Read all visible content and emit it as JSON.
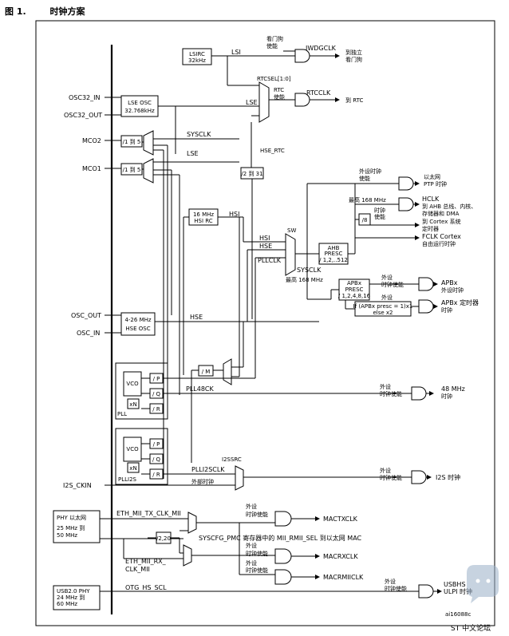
{
  "figure": {
    "number": "图 1.",
    "title": "时钟方案",
    "code": "ai16088c"
  },
  "watermark": {
    "text": "ST 中文论坛"
  },
  "pins": {
    "osc32_in": "OSC32_IN",
    "osc32_out": "OSC32_OUT",
    "mco2": "MCO2",
    "mco1": "MCO1",
    "osc_out": "OSC_OUT",
    "osc_in": "OSC_IN",
    "i2s_ckin": "I2S_CKIN"
  },
  "blocks": {
    "lsirc_l1": "LSIRC",
    "lsirc_l2": "32kHz",
    "lse_osc_l1": "LSE OSC",
    "lse_osc_l2": "32.768kHz",
    "hsirc_l1": "16 MHz",
    "hsirc_l2": "HSI RC",
    "hse_osc_l1": "4-26 MHz",
    "hse_osc_l2": "HSE OSC",
    "div_mco2": "/1 到 5",
    "div_mco1": "/1 到 5",
    "div_rtc": "/2 到 31",
    "ahb_l1": "AHB",
    "ahb_l2": "PRESC",
    "ahb_l3": "/ 1,2,..512",
    "div8": "/8",
    "apb_l1": "APBx",
    "apb_l2": "PRESC",
    "apb_l3": "/ 1,2,4,8,16",
    "apb_mult_l1": "If (APBx presc = 1)x1",
    "apb_mult_l2": "else x2",
    "pll_m": "/ M",
    "vco": "VCO",
    "p": "/ P",
    "q": "/ Q",
    "r": "/ R",
    "xn": "xN",
    "pll": "PLL",
    "plli2s": "PLLI2S",
    "div_eth": "/2,20"
  },
  "signals": {
    "lsi": "LSI",
    "lse": "LSE",
    "sysclk": "SYSCLK",
    "rtcsel": "RTCSEL[1:0]",
    "hse_rtc": "HSE_RTC",
    "hsi": "HSI",
    "hse": "HSE",
    "pllclk": "PLLCLK",
    "sw": "SW",
    "sysclk_max": "最高 168 MHz",
    "ahb_max": "最高 168 MHz",
    "pll48ck": "PLL48CK",
    "plli2sclk": "PLLI2SCLK",
    "i2ssrc": "I2SSRC",
    "ext_clock": "外部时钟",
    "eth_tx": "ETH_MII_TX_CLK_MII",
    "eth_rx_l1": "ETH_MII_RX_",
    "eth_rx_l2": "CLK_MII",
    "syscfg": "SYSCFG_PMC 寄存器中的 MII_RMII_SEL 到以太网 MAC",
    "otg": "OTG_HS_SCL",
    "phy_eth_l1": "PHY 以太网",
    "phy_eth_l2": "25 MHz 到",
    "phy_eth_l3": "50 MHz",
    "phy_usb_l1": "USB2.0 PHY",
    "phy_usb_l2": "24 MHz 到",
    "phy_usb_l3": "60 MHz"
  },
  "enables": {
    "wdg_l1": "看门狗",
    "wdg_l2": "使能",
    "rtc_l1": "RTC",
    "rtc_l2": "使能",
    "periph_l1": "外设时钟",
    "periph_l2": "使能",
    "clk_en_l1": "时钟",
    "clk_en_l2": "使能",
    "ext_l1": "外设",
    "ext_l2": "时钟使能"
  },
  "outputs": {
    "iwdgclk": "IWDGCLK",
    "iwdg_dest_l1": "到独立",
    "iwdg_dest_l2": "看门狗",
    "rtcclk": "RTCCLK",
    "rtc_dest": "到 RTC",
    "eth_ptp_l1": "以太网",
    "eth_ptp_l2": "PTP 时钟",
    "hclk_l1": "HCLK",
    "hclk_l2": "到 AHB 总线、内核、",
    "hclk_l3": "存储器和 DMA",
    "systick_l1": "到 Cortex 系统",
    "systick_l2": "定时器",
    "fclk_l1": "FCLK Cortex",
    "fclk_l2": "自由运行时钟",
    "apbx_l1": "APBx",
    "apbx_l2": "外设时钟",
    "apbx_tim_l1": "APBx 定时器",
    "apbx_tim_l2": "时钟",
    "mhz48_l1": "48 MHz",
    "mhz48_l2": "时钟",
    "i2s": "I2S 时钟",
    "mactxclk": "MACTXCLK",
    "macrxclk": "MACRXCLK",
    "macrmiiclk": "MACRMIICLK",
    "usbhs_l1": "USBHS",
    "usbhs_l2": "ULPI 时钟"
  }
}
